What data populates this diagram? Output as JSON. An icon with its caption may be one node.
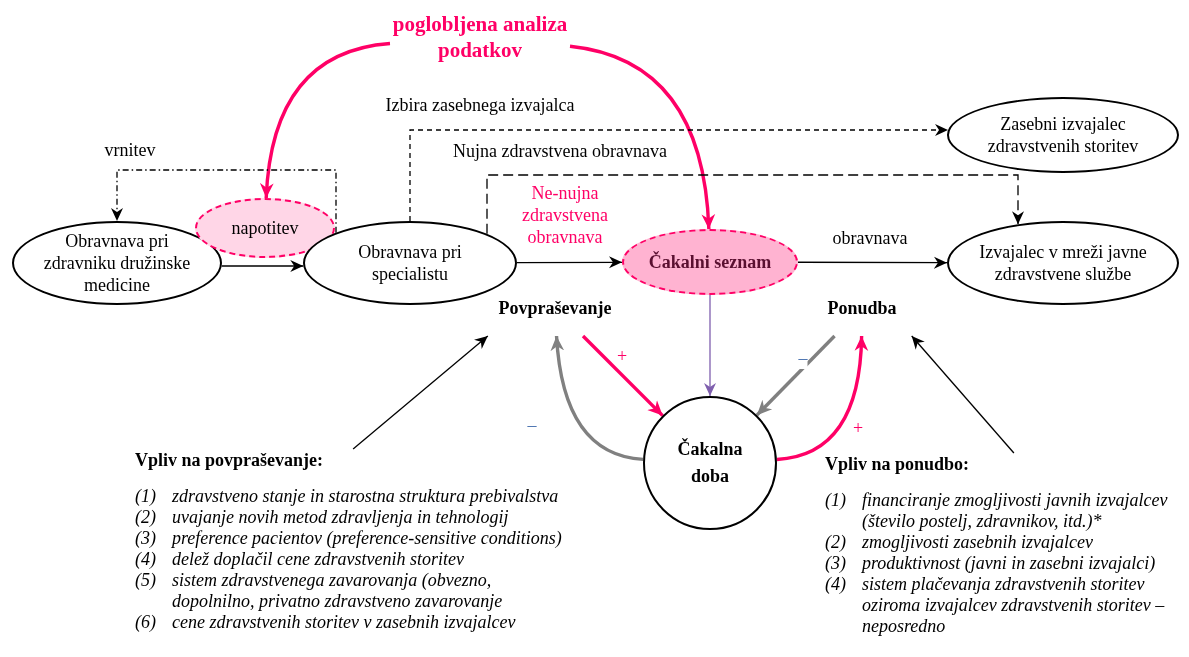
{
  "diagram": {
    "nodes": [
      {
        "text": [
          "poglobljena analiza podatkov"
        ]
      },
      {
        "text": [
          "Obravnava pri zdravniku družinske medicine"
        ]
      },
      {
        "text": [
          "napotitev"
        ]
      },
      {
        "text": [
          "Obravnava pri specialistu"
        ]
      },
      {
        "text": [
          "Čakalni seznam"
        ]
      },
      {
        "text": [
          "Zasebni izvajalec zdravstvenih storitev"
        ]
      },
      {
        "text": [
          "Izvajalec v mreži javne zdravstvene službe"
        ]
      },
      {
        "text": [
          "Povpraševanje"
        ]
      },
      {
        "text": [
          "Ponudba"
        ]
      },
      {
        "text": [
          "Čakalna doba"
        ]
      },
      {
        "text": [
          "Vpliv na povpraševanje:",
          "(1) zdravstveno stanje in starostna struktura prebivalstva",
          "(2) uvajanje novih metod zdravljenja in tehnologij",
          "(3) preference pacientov (preference-sensitive conditions)",
          "(4) delež doplačil cene zdravstvenih storitev",
          "(5) sistem zdravstvenega zavarovanja (obvezno, dopolnilno, privatno zdravstveno zavarovanje",
          "(6) cene zdravstvenih storitev v zasebnih izvajalcev"
        ]
      },
      {
        "text": [
          "Vpliv na ponudbo:",
          "(1) financiranje zmogljivosti javnih izvajalcev (število postelj, zdravnikov, itd.)*",
          "(2) zmogljivosti zasebnih izvajalcev",
          "(3) produktivnost (javni in zasebni izvajalci)",
          "(4) sistem plačevanja zdravstvenih storitev oziroma izvajalcev zdravstvenih storitev – neposredno"
        ]
      }
    ],
    "edges": [
      {
        "from": 0,
        "to": 2,
        "arrow": "to",
        "style": "thick",
        "color": "#ff0066"
      },
      {
        "from": 0,
        "to": 4,
        "arrow": "to",
        "style": "thick",
        "color": "#ff0066"
      },
      {
        "from": 3,
        "to": 1,
        "arrow": "to",
        "label": "vrnitev",
        "style": "dashed"
      },
      {
        "from": 1,
        "to": 3,
        "arrow": "to"
      },
      {
        "from": 3,
        "to": 5,
        "arrow": "to",
        "label": "Izbira zasebnega izvajalca",
        "style": "dashed"
      },
      {
        "from": 3,
        "to": 6,
        "arrow": "to",
        "label": "Nujna zdravstvena obravnava",
        "style": "dashed"
      },
      {
        "from": 3,
        "to": 4,
        "arrow": "to",
        "label": "Ne-nujna zdravstvena obravnava"
      },
      {
        "from": 4,
        "to": 6,
        "arrow": "to",
        "label": "obravnava"
      },
      {
        "from": 4,
        "to": 9,
        "arrow": "to",
        "color": "#7f5fae"
      },
      {
        "from": 7,
        "to": 9,
        "arrow": "to",
        "label": "+",
        "style": "thick",
        "color": "#ff0066"
      },
      {
        "from": 9,
        "to": 7,
        "arrow": "to",
        "label": "–",
        "style": "thick",
        "color": "#808080"
      },
      {
        "from": 8,
        "to": 9,
        "arrow": "to",
        "label": "–",
        "style": "thick",
        "color": "#808080"
      },
      {
        "from": 9,
        "to": 8,
        "arrow": "to",
        "label": "+",
        "style": "thick",
        "color": "#ff0066"
      },
      {
        "from": 10,
        "to": 7,
        "arrow": "to"
      },
      {
        "from": 11,
        "to": 8,
        "arrow": "to"
      }
    ]
  }
}
